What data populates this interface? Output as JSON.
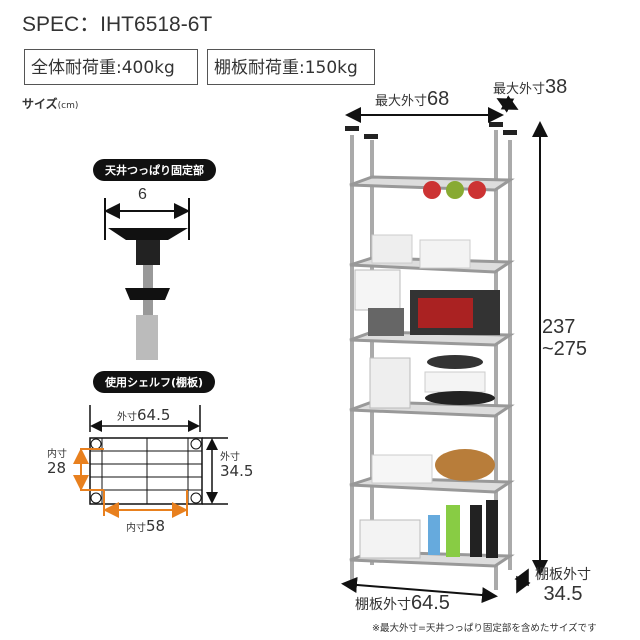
{
  "spec_title": "SPEC：IHT6518-6T",
  "total_load": "全体耐荷重:400kg",
  "shelf_load": "棚板耐荷重:150kg",
  "size_label": "サイズ",
  "size_unit": "(cm)",
  "ceiling_fixture": {
    "title": "天井つっぱり固定部",
    "width": "6"
  },
  "shelf_board": {
    "title": "使用シェルフ(棚板)",
    "outer_w_label": "外寸",
    "outer_w": "64.5",
    "outer_d_label": "外寸",
    "outer_d": "34.5",
    "inner_d_label": "内寸",
    "inner_d": "28",
    "inner_w_label": "内寸",
    "inner_w": "58"
  },
  "product": {
    "max_width_label": "最大外寸",
    "max_width": "68",
    "max_depth_label": "最大外寸",
    "max_depth": "38",
    "height": "237",
    "height_max": "~275",
    "shelf_width_label": "棚板外寸",
    "shelf_width": "64.5",
    "shelf_depth_label": "棚板外寸",
    "shelf_depth": "34.5"
  },
  "footnote": "※最大外寸=天井つっぱり固定部を含めたサイズです",
  "colors": {
    "accent": "#e8801e"
  }
}
